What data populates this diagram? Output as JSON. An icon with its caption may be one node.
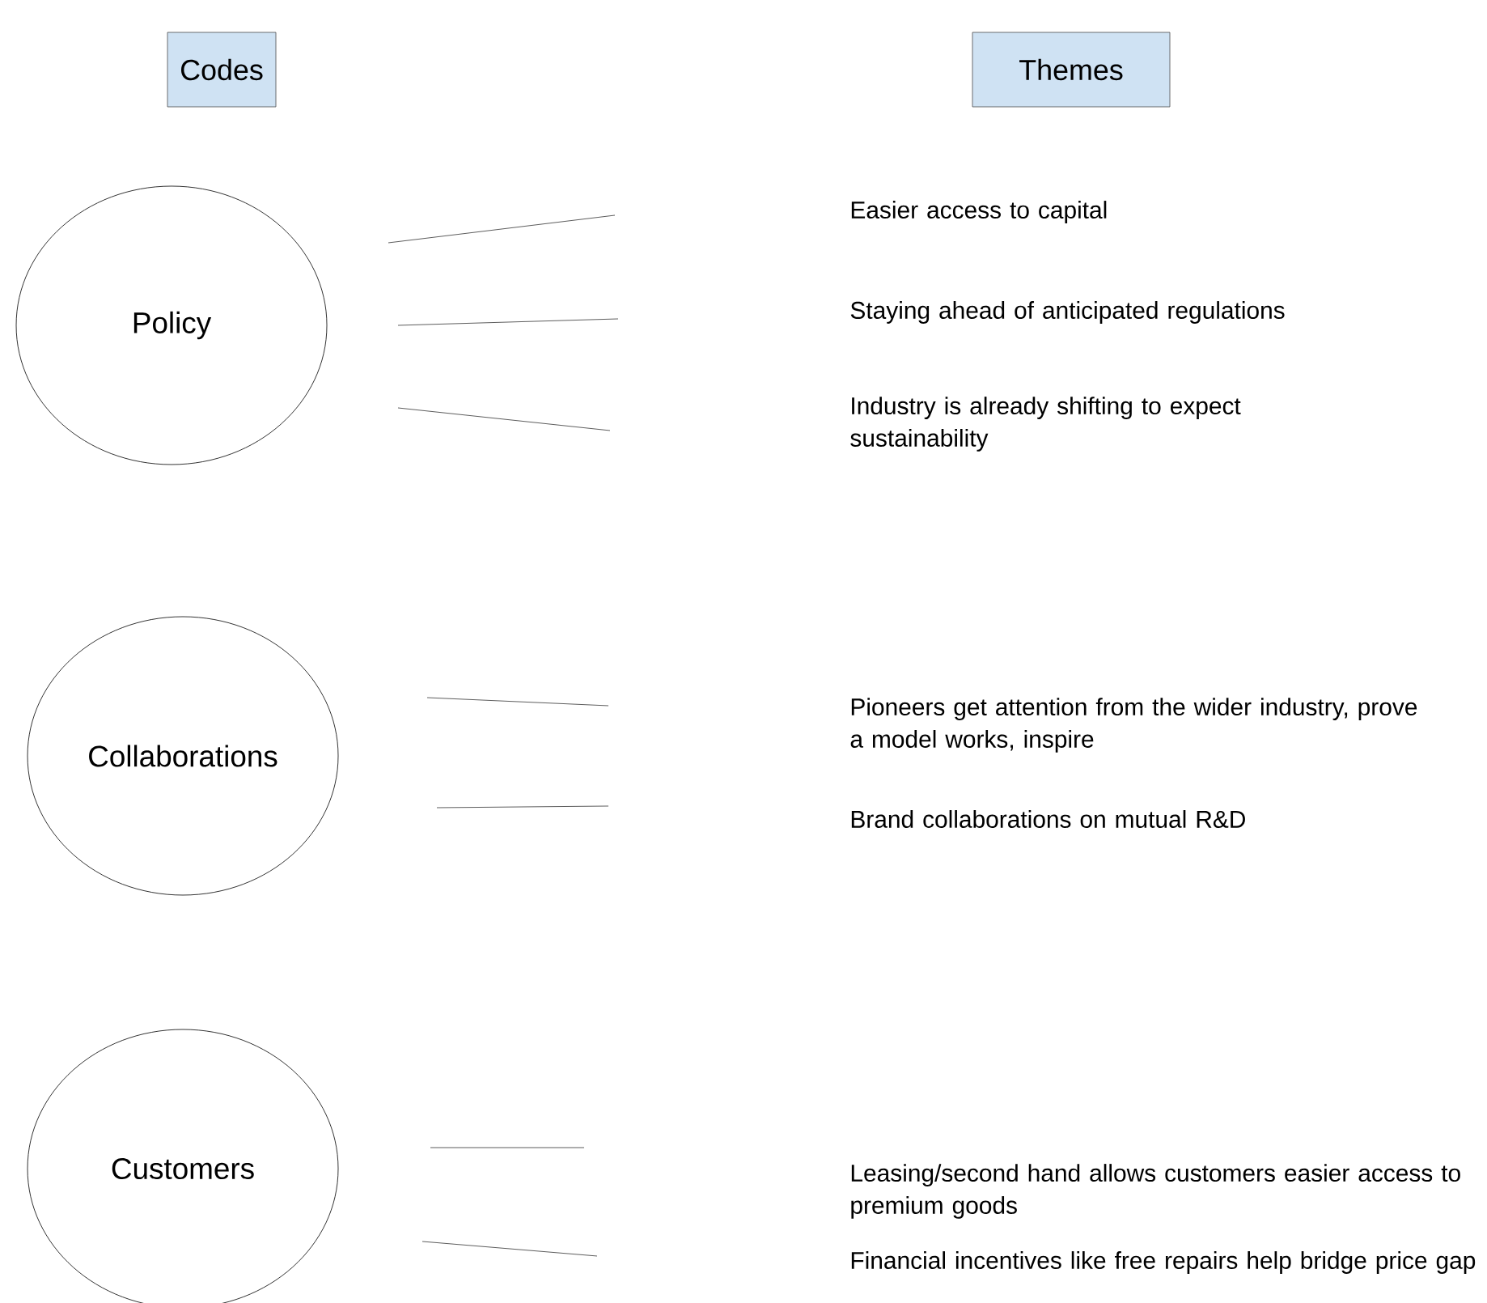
{
  "diagram": {
    "nodes": [
      {
        "text": [
          "Codes"
        ]
      },
      {
        "text": [
          "Themes"
        ]
      },
      {
        "text": [
          "Policy"
        ]
      },
      {
        "text": [
          "Easier access to capital"
        ]
      },
      {
        "text": [
          "Staying ahead of anticipated regulations"
        ]
      },
      {
        "text": [
          "Industry is already shifting to expect sustainability"
        ]
      },
      {
        "text": [
          "Collaborations"
        ]
      },
      {
        "text": [
          "Pioneers get attention from the wider industry, prove a model works, inspire"
        ]
      },
      {
        "text": [
          "Brand collaborations on mutual R&D"
        ]
      },
      {
        "text": [
          "Customers"
        ]
      },
      {
        "text": [
          "Leasing/second hand allows customers easier access to premium goods"
        ]
      },
      {
        "text": [
          "Financial incentives like free repairs help bridge price gap"
        ]
      }
    ]
  }
}
